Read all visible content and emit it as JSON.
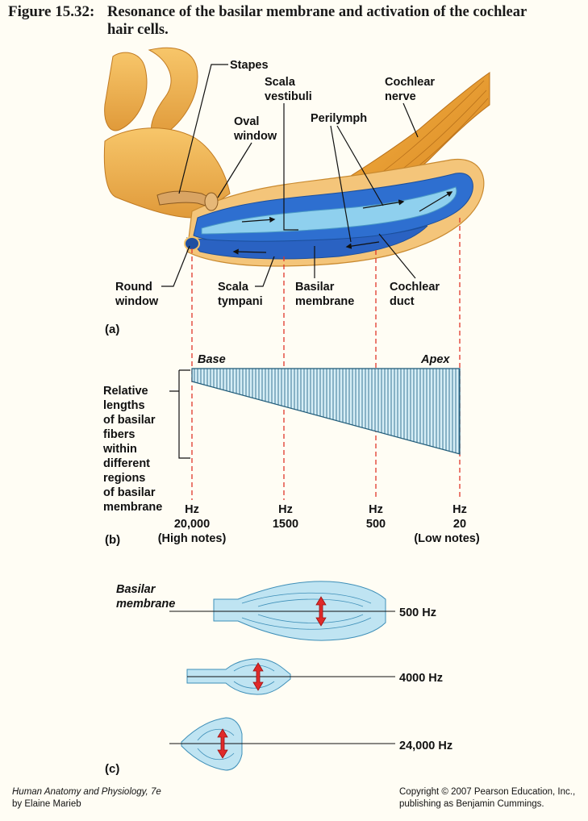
{
  "title": {
    "figure_number": "Figure 15.32:",
    "line1": "Resonance of the basilar membrane and activation of the cochlear",
    "line2": "hair cells."
  },
  "panel_a": {
    "label": "(a)",
    "stapes": "Stapes",
    "scala_vestibuli_1": "Scala",
    "scala_vestibuli_2": "vestibuli",
    "cochlear_nerve_1": "Cochlear",
    "cochlear_nerve_2": "nerve",
    "oval_window_1": "Oval",
    "oval_window_2": "window",
    "perilymph": "Perilymph",
    "round_window_1": "Round",
    "round_window_2": "window",
    "scala_tympani_1": "Scala",
    "scala_tympani_2": "tympani",
    "basilar_membrane_1": "Basilar",
    "basilar_membrane_2": "membrane",
    "cochlear_duct_1": "Cochlear",
    "cochlear_duct_2": "duct"
  },
  "panel_b": {
    "label": "(b)",
    "base": "Base",
    "apex": "Apex",
    "side_label": [
      "Relative",
      "lengths",
      "of basilar",
      "fibers",
      "within",
      "different",
      "regions",
      "of basilar",
      "membrane"
    ],
    "ticks": [
      {
        "hz": "Hz",
        "value": "20,000",
        "note": "(High notes)"
      },
      {
        "hz": "Hz",
        "value": "1500",
        "note": ""
      },
      {
        "hz": "Hz",
        "value": "500",
        "note": ""
      },
      {
        "hz": "Hz",
        "value": "20",
        "note": "(Low notes)"
      }
    ]
  },
  "panel_c": {
    "label": "(c)",
    "membrane_1": "Basilar",
    "membrane_2": "membrane",
    "freq_500": "500 Hz",
    "freq_4000": "4000 Hz",
    "freq_24000": "24,000 Hz"
  },
  "footer": {
    "book": "Human Anatomy and Physiology, 7e",
    "author": "by Elaine Marieb",
    "copyright": "Copyright © 2007 Pearson Education, Inc.,",
    "publisher": "publishing as Benjamin Cummings."
  },
  "colors": {
    "bone": "#f0b04e",
    "nerve": "#e89a2c",
    "fluid_dark": "#2e6fd0",
    "fluid_light": "#8fd0ee",
    "membrane_fill": "#bfe4f2",
    "dash": "#e0362a",
    "arrow_red": "#e02a2a"
  }
}
